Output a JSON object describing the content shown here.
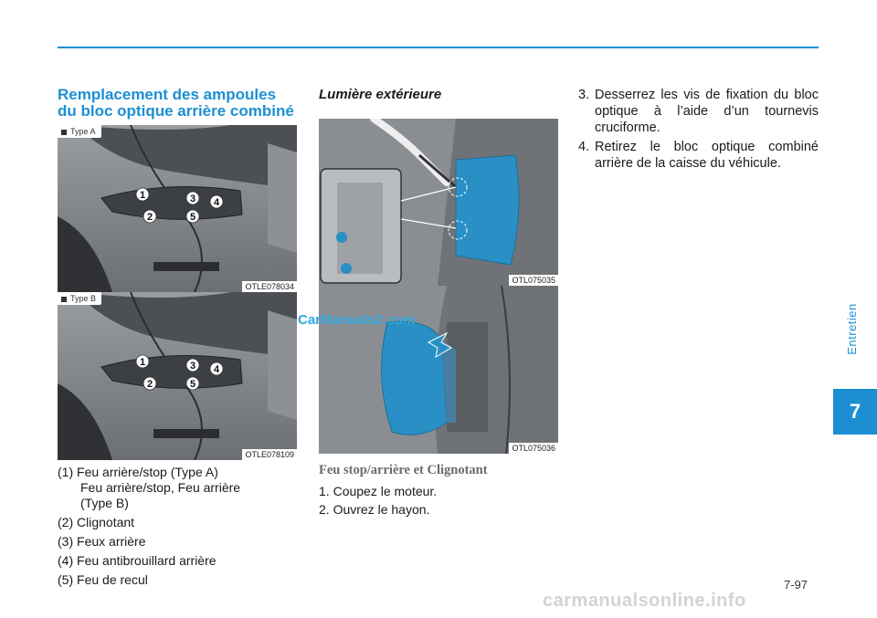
{
  "header": {
    "chapter_label": "Entretien",
    "chapter_number": "7",
    "page_number": "7-97"
  },
  "left": {
    "title_line1": "Remplacement des ampoules",
    "title_line2": "du bloc optique arrière combiné",
    "fig_a": {
      "type": "Type A",
      "code": "OTLE078034",
      "callouts": [
        "1",
        "3",
        "4",
        "2",
        "5"
      ]
    },
    "fig_b": {
      "type": "Type B",
      "code": "OTLE078109",
      "callouts": [
        "1",
        "3",
        "4",
        "2",
        "5"
      ]
    },
    "legend": [
      {
        "num": "(1)",
        "text": "Feu arrière/stop (Type A)",
        "sub1": "Feu arrière/stop, Feu arrière",
        "sub2": "(Type B)"
      },
      {
        "num": "(2)",
        "text": "Clignotant"
      },
      {
        "num": "(3)",
        "text": "Feux arrière"
      },
      {
        "num": "(4)",
        "text": "Feu antibrouillard arrière"
      },
      {
        "num": "(5)",
        "text": "Feu de recul"
      }
    ]
  },
  "middle": {
    "title": "Lumière extérieure",
    "fig_c_code": "OTL075035",
    "fig_d_code": "OTL075036",
    "subheading": "Feu stop/arrière et Clignotant",
    "steps": [
      {
        "num": "1.",
        "text": "Coupez le moteur."
      },
      {
        "num": "2.",
        "text": "Ouvrez le hayon."
      }
    ]
  },
  "right": {
    "steps": [
      {
        "num": "3.",
        "text": "Desserrez les vis de fixation du bloc optique à l’aide d’un tournevis cruciforme."
      },
      {
        "num": "4.",
        "text": "Retirez le bloc optique combiné arrière de la caisse du véhicule."
      }
    ]
  },
  "watermarks": {
    "top": "CarManuals2.com",
    "bottom": "carmanualsonline.info"
  },
  "colors": {
    "accent": "#1c8fd3",
    "lamp_blue": "#2a8fc4"
  }
}
